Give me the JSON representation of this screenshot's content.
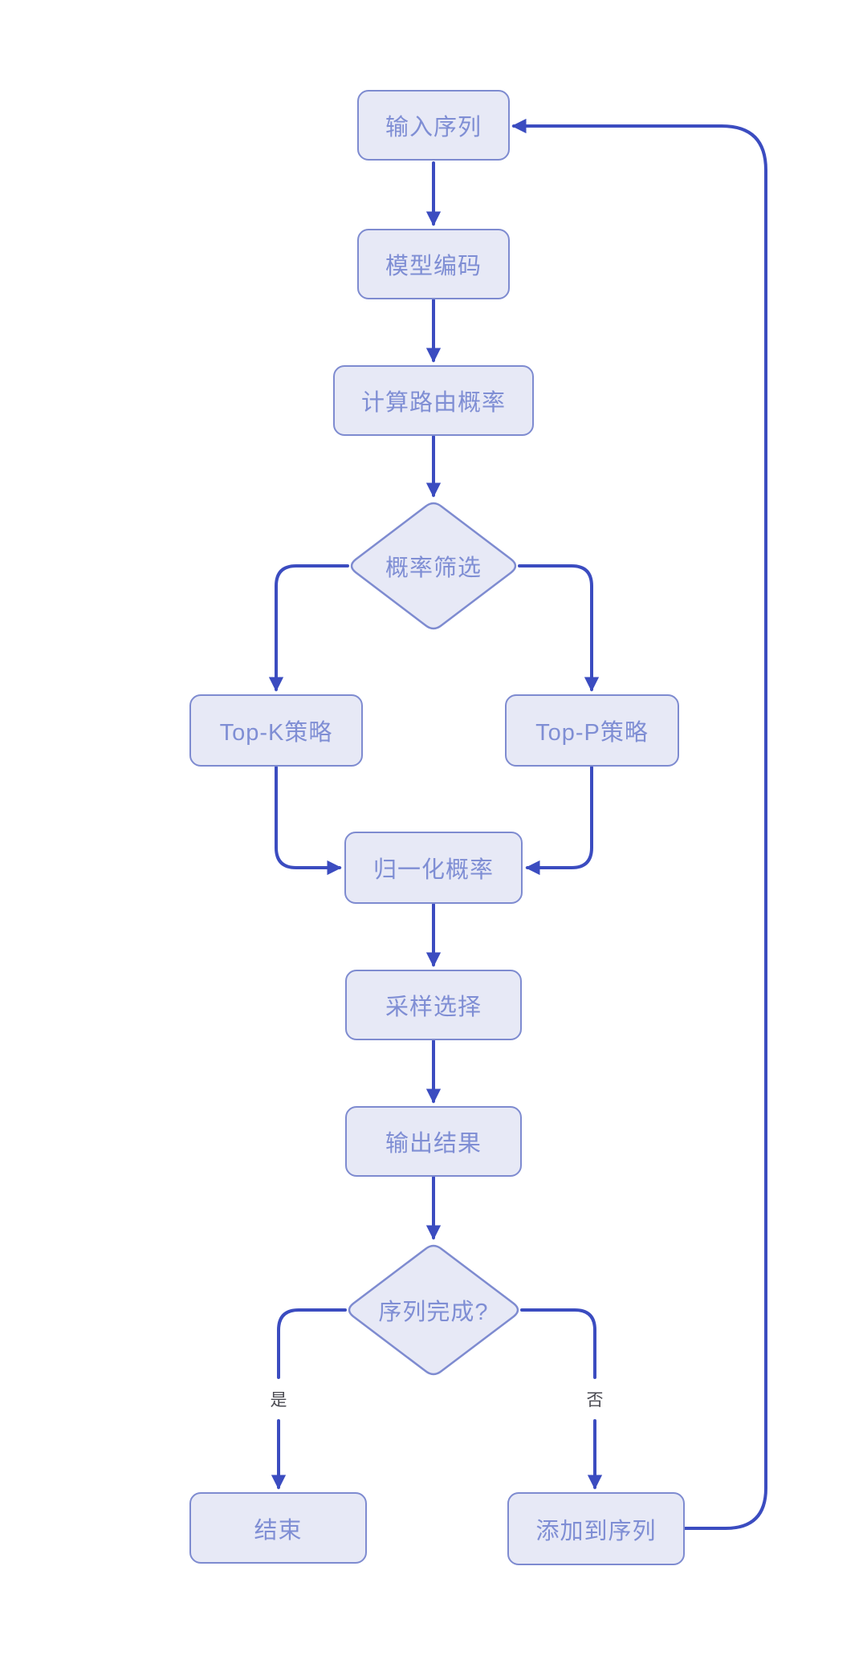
{
  "diagram": {
    "type": "flowchart",
    "direction": "top-down",
    "colors": {
      "background": "#ffffff",
      "node_fill": "#e7e9f6",
      "node_border": "#7e8bd0",
      "node_text": "#7f8ed4",
      "connector": "#3b4cc0",
      "edge_label_text": "#4b4b52"
    },
    "nodes": [
      {
        "id": "input_sequence",
        "label": "输入序列",
        "shape": "rounded-rect"
      },
      {
        "id": "model_encode",
        "label": "模型编码",
        "shape": "rounded-rect"
      },
      {
        "id": "compute_routing_prob",
        "label": "计算路由概率",
        "shape": "rounded-rect"
      },
      {
        "id": "probability_filter",
        "label": "概率筛选",
        "shape": "diamond"
      },
      {
        "id": "top_k_strategy",
        "label": "Top-K策略",
        "shape": "rounded-rect"
      },
      {
        "id": "top_p_strategy",
        "label": "Top-P策略",
        "shape": "rounded-rect"
      },
      {
        "id": "normalize_prob",
        "label": "归一化概率",
        "shape": "rounded-rect"
      },
      {
        "id": "sampling_select",
        "label": "采样选择",
        "shape": "rounded-rect"
      },
      {
        "id": "output_result",
        "label": "输出结果",
        "shape": "rounded-rect"
      },
      {
        "id": "sequence_done",
        "label": "序列完成?",
        "shape": "diamond"
      },
      {
        "id": "end",
        "label": "结束",
        "shape": "rounded-rect"
      },
      {
        "id": "append_to_sequence",
        "label": "添加到序列",
        "shape": "rounded-rect"
      }
    ],
    "edges": [
      {
        "from": "input_sequence",
        "to": "model_encode",
        "label": ""
      },
      {
        "from": "model_encode",
        "to": "compute_routing_prob",
        "label": ""
      },
      {
        "from": "compute_routing_prob",
        "to": "probability_filter",
        "label": ""
      },
      {
        "from": "probability_filter",
        "to": "top_k_strategy",
        "label": ""
      },
      {
        "from": "probability_filter",
        "to": "top_p_strategy",
        "label": ""
      },
      {
        "from": "top_k_strategy",
        "to": "normalize_prob",
        "label": ""
      },
      {
        "from": "top_p_strategy",
        "to": "normalize_prob",
        "label": ""
      },
      {
        "from": "normalize_prob",
        "to": "sampling_select",
        "label": ""
      },
      {
        "from": "sampling_select",
        "to": "output_result",
        "label": ""
      },
      {
        "from": "output_result",
        "to": "sequence_done",
        "label": ""
      },
      {
        "from": "sequence_done",
        "to": "end",
        "label": "是"
      },
      {
        "from": "sequence_done",
        "to": "append_to_sequence",
        "label": "否"
      },
      {
        "from": "append_to_sequence",
        "to": "input_sequence",
        "label": ""
      }
    ]
  }
}
